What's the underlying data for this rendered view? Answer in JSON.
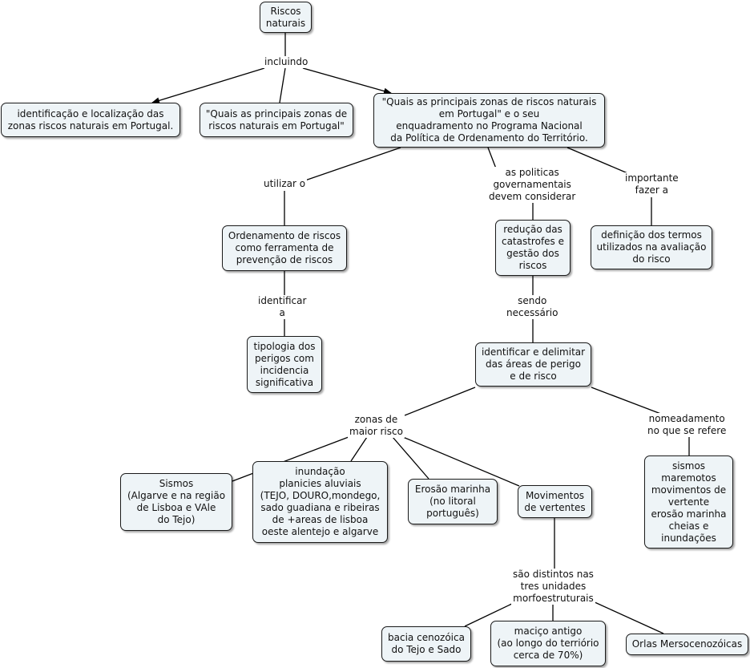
{
  "colors": {
    "node_fill": "#eef4f7",
    "node_border": "#1a1a1a",
    "line": "#000000",
    "background": "#ffffff"
  },
  "nodes": {
    "root": "Riscos\nnaturais",
    "identificacao": "identificação e localização das\nzonas riscos naturais em Portugal.",
    "quais_short": "\"Quais as principais zonas de\nriscos naturais em Portugal\"",
    "quais_long": "\"Quais as principais zonas de riscos naturais\nem Portugal\" e o seu\nenquadramento no Programa Nacional\nda Política de Ordenamento do Território.",
    "ordenamento": "Ordenamento de riscos\ncomo ferramenta de\nprevenção de riscos",
    "reducao": "redução das\ncatastrofes e\ngestão dos\nriscos",
    "definicao": "definição dos termos\nutilizados na avaliação\ndo risco",
    "tipologia": "tipologia dos\nperigos com\nincidencia\nsignificativa",
    "identificar_delimitar": "identificar e delimitar\ndas áreas de perigo\ne de risco",
    "sismos": "Sismos\n(Algarve e na região\nde Lisboa e VAle\ndo Tejo)",
    "inundacao": "inundação\nplanicies aluviais\n(TEJO, DOURO,mondego,\nsado guadiana e ribeiras\nde +areas de lisboa\noeste alentejo e algarve",
    "erosao": "Erosão marinha\n(no litoral\nportuguês)",
    "movimentos": "Movimentos\nde vertentes",
    "lista_riscos": "sismos\nmaremotos\nmovimentos de\nvertente\nerosão marinha\ncheias e\ninundações",
    "bacia": "bacia cenozóica\ndo Tejo e Sado",
    "macico": "maciço antigo\n(ao longo do terriório\ncerca de 70%)",
    "orlas": "Orlas Mersocenozóicas"
  },
  "links": {
    "incluindo": "incluindo",
    "utilizar_o": "utilizar o",
    "politicas": "as politicas\ngovernamentais\ndevem considerar",
    "importante": "importante\nfazer a",
    "identificar_a": "identificar\na",
    "sendo": "sendo\nnecessário",
    "zonas_maior_risco": "zonas de\nmaior risco",
    "nomeadamente": "nomeadamento\nno que se refere",
    "sao_distintos": "são distintos nas\ntres unidades\nmorfoestruturais"
  }
}
